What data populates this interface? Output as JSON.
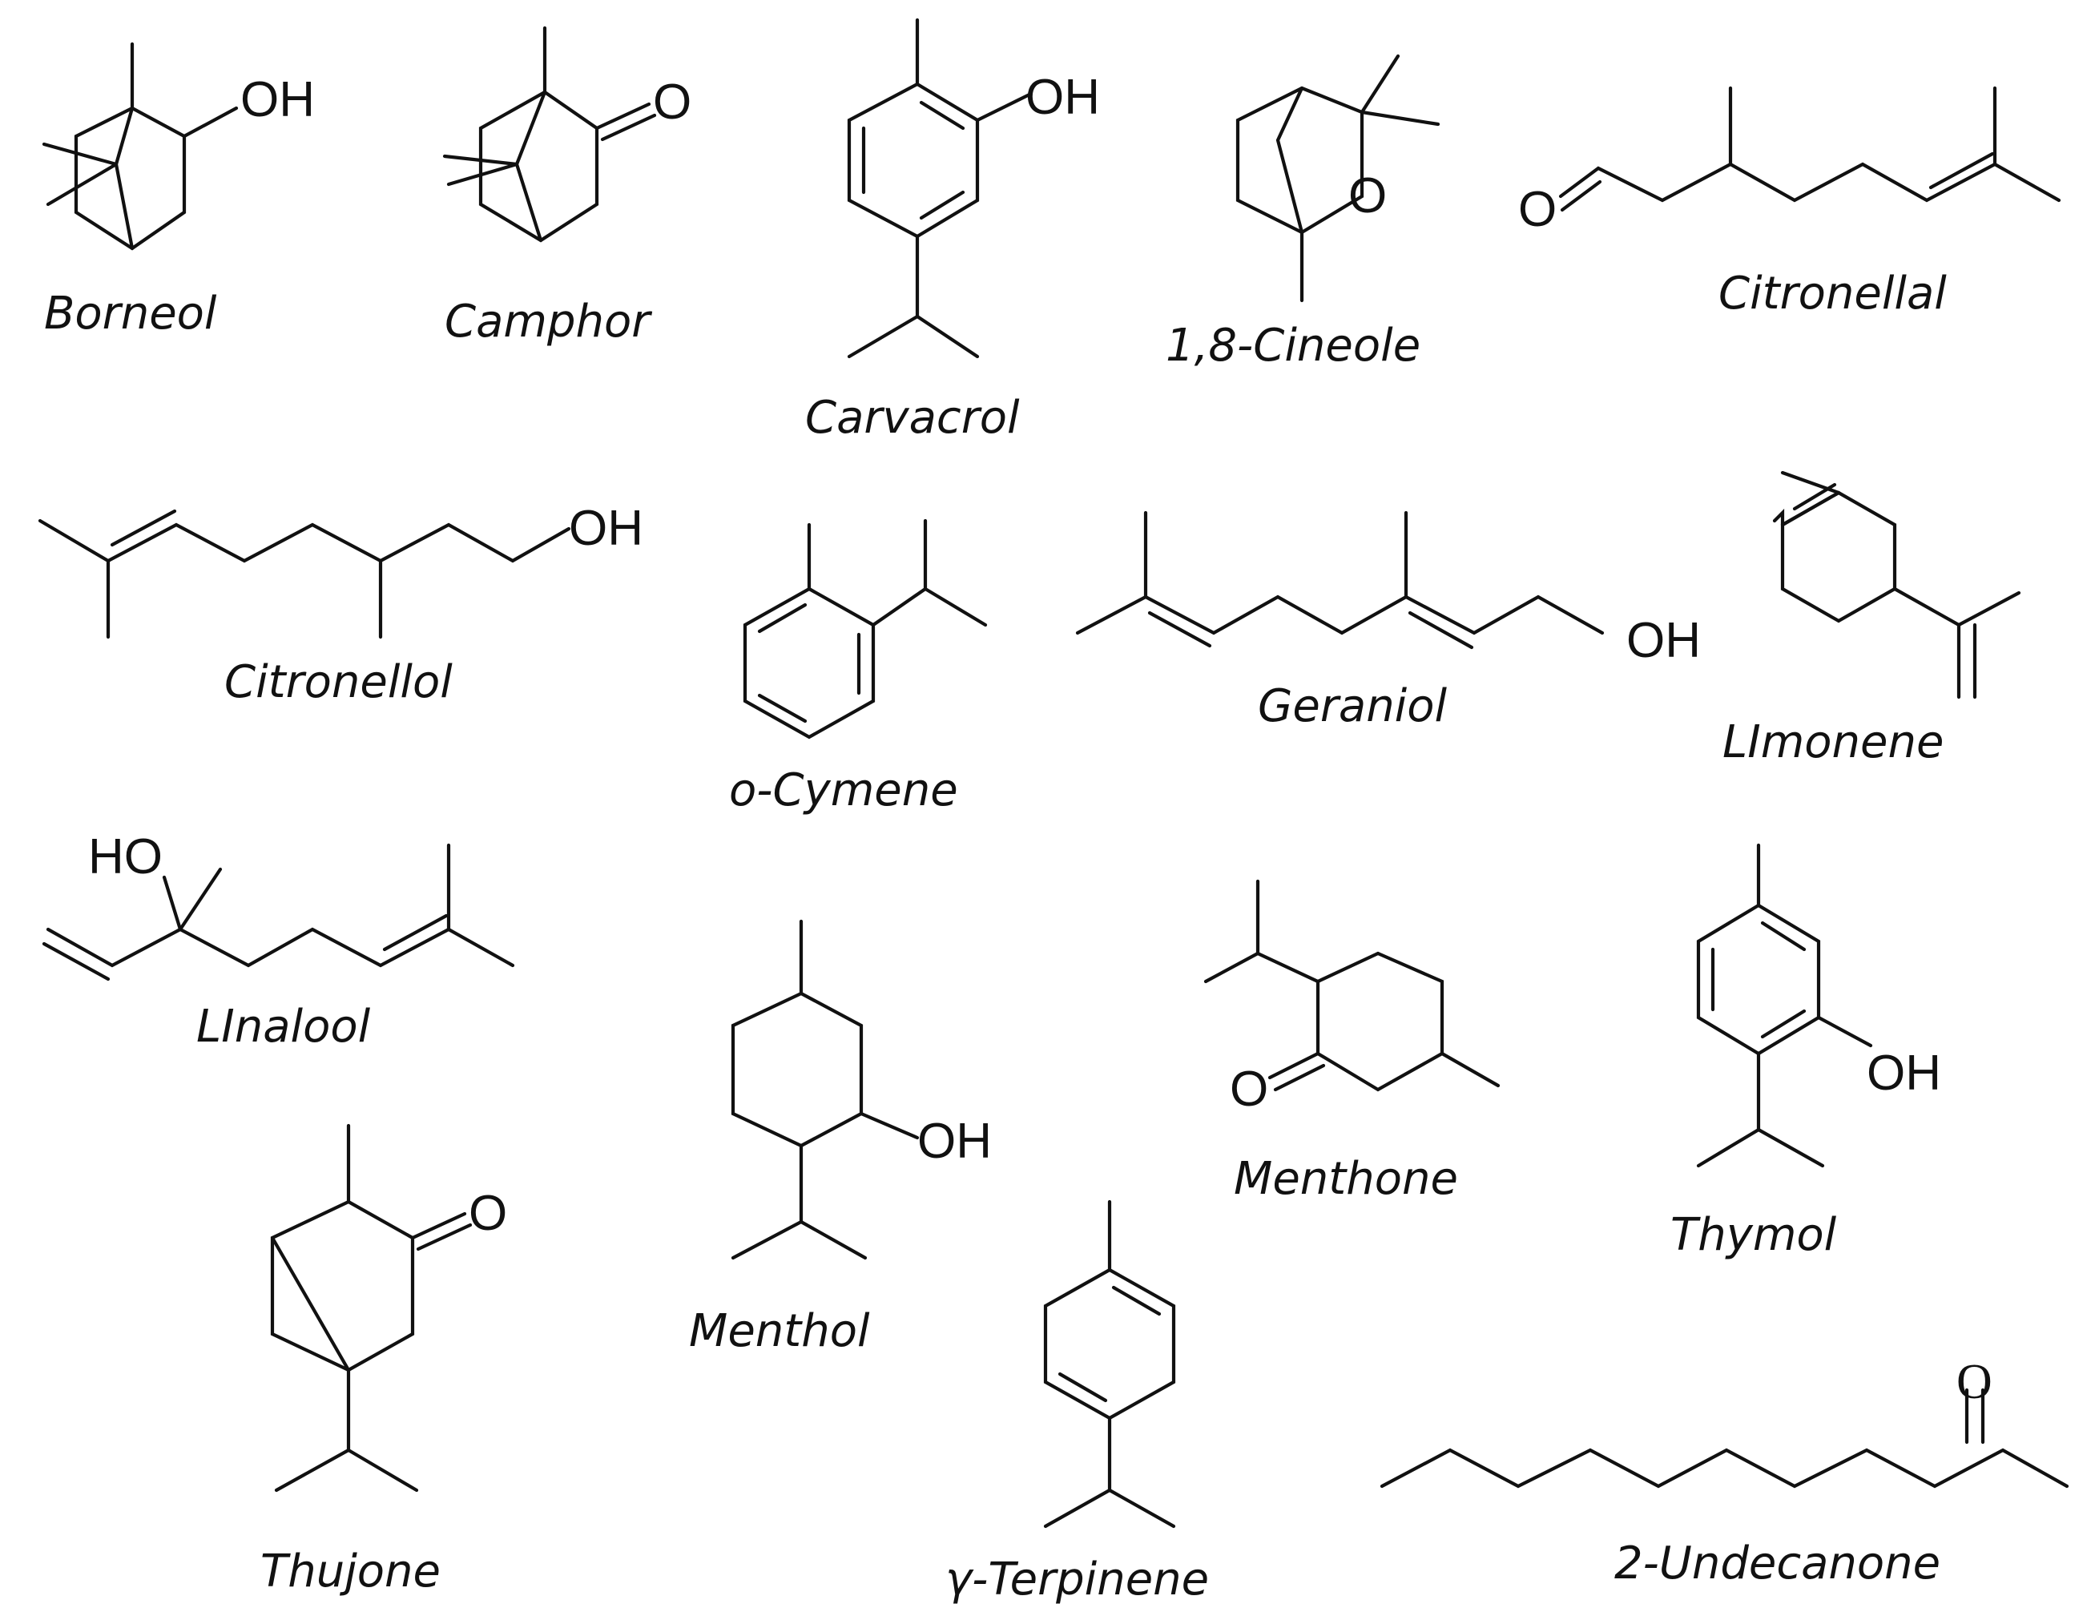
{
  "molecules": [
    {
      "name": "Borneol",
      "atoms": [
        "OH"
      ]
    },
    {
      "name": "Camphor",
      "atoms": [
        "O"
      ]
    },
    {
      "name": "Carvacrol",
      "atoms": [
        "OH"
      ]
    },
    {
      "name": "1,8-Cineole",
      "atoms": [
        "O"
      ]
    },
    {
      "name": "Citronellal",
      "atoms": [
        "O"
      ]
    },
    {
      "name": "Citronellol",
      "atoms": [
        "OH"
      ]
    },
    {
      "name": "o-Cymene",
      "atoms": []
    },
    {
      "name": "Geraniol",
      "atoms": [
        "OH"
      ]
    },
    {
      "name": "LImonene",
      "atoms": []
    },
    {
      "name": "LInalool",
      "atoms": [
        "HO"
      ]
    },
    {
      "name": "Menthol",
      "atoms": [
        "OH"
      ]
    },
    {
      "name": "Menthone",
      "atoms": [
        "O"
      ]
    },
    {
      "name": "Thymol",
      "atoms": [
        "OH"
      ]
    },
    {
      "name": "Thujone",
      "atoms": [
        "O"
      ]
    },
    {
      "name": "γ-Terpinene",
      "atoms": []
    },
    {
      "name": "2-Undecanone",
      "atoms": [
        "O"
      ]
    }
  ]
}
